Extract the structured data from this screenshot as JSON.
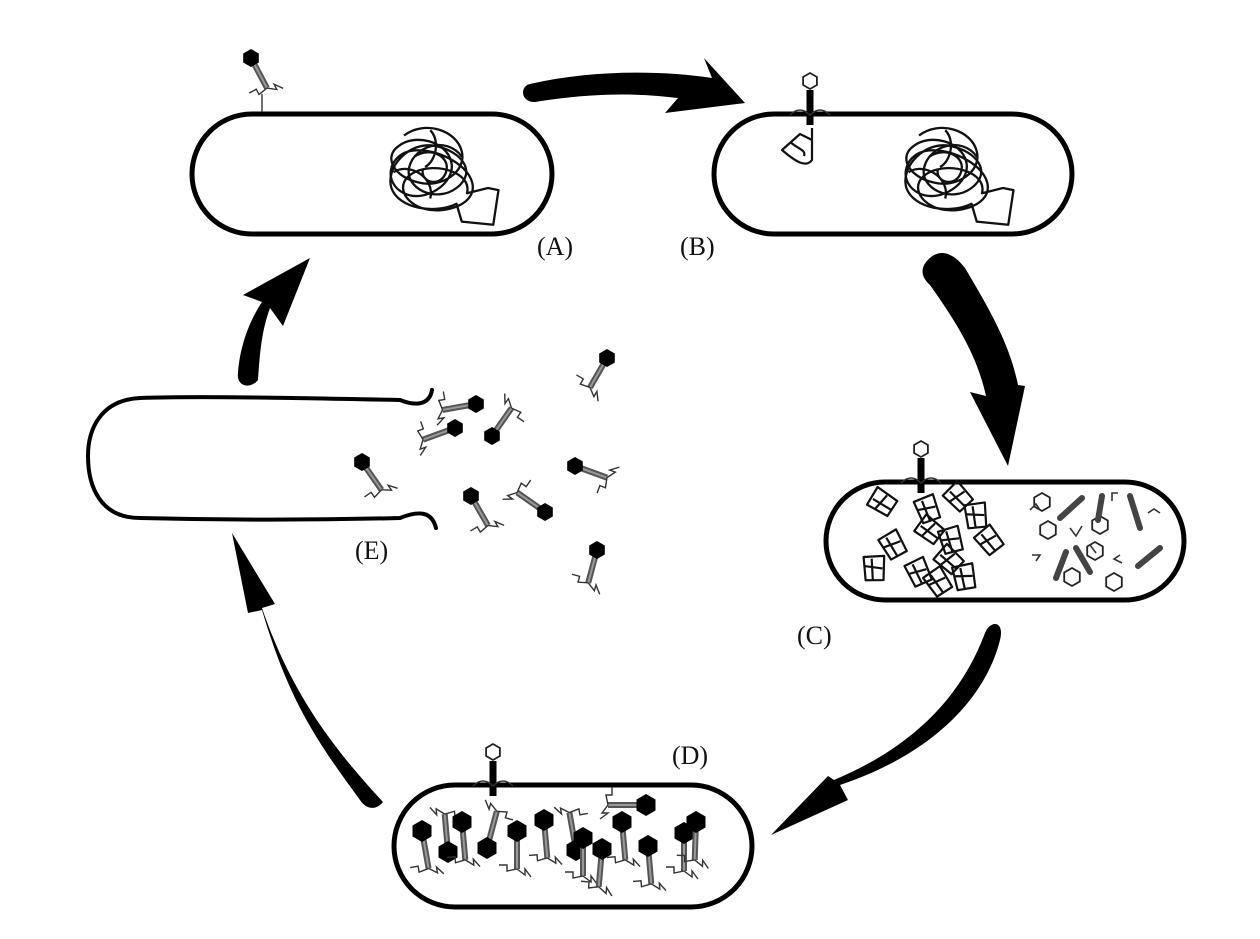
{
  "diagram": {
    "title": "Bacteriophage lytic cycle",
    "colors": {
      "ink": "#000000",
      "background": "#ffffff",
      "tail": "#555555"
    },
    "stages": [
      {
        "id": "A",
        "label": "(A)",
        "description": "Phage attaches to bacterial cell"
      },
      {
        "id": "B",
        "label": "(B)",
        "description": "Phage DNA injected into cell"
      },
      {
        "id": "C",
        "label": "(C)",
        "description": "Phage DNA replicated and phage components synthesized"
      },
      {
        "id": "D",
        "label": "(D)",
        "description": "New phage particles assembled"
      },
      {
        "id": "E",
        "label": "(E)",
        "description": "Cell lyses, releasing progeny phages"
      }
    ],
    "arrows": [
      {
        "from": "A",
        "to": "B",
        "name": "arrow-a-to-b"
      },
      {
        "from": "B",
        "to": "C",
        "name": "arrow-b-to-c"
      },
      {
        "from": "C",
        "to": "D",
        "name": "arrow-c-to-d"
      },
      {
        "from": "D",
        "to": "E",
        "name": "arrow-d-to-e"
      },
      {
        "from": "E",
        "to": "A",
        "name": "arrow-e-to-a"
      }
    ],
    "released_phage_count": 9,
    "assembled_phage_count": 14
  }
}
